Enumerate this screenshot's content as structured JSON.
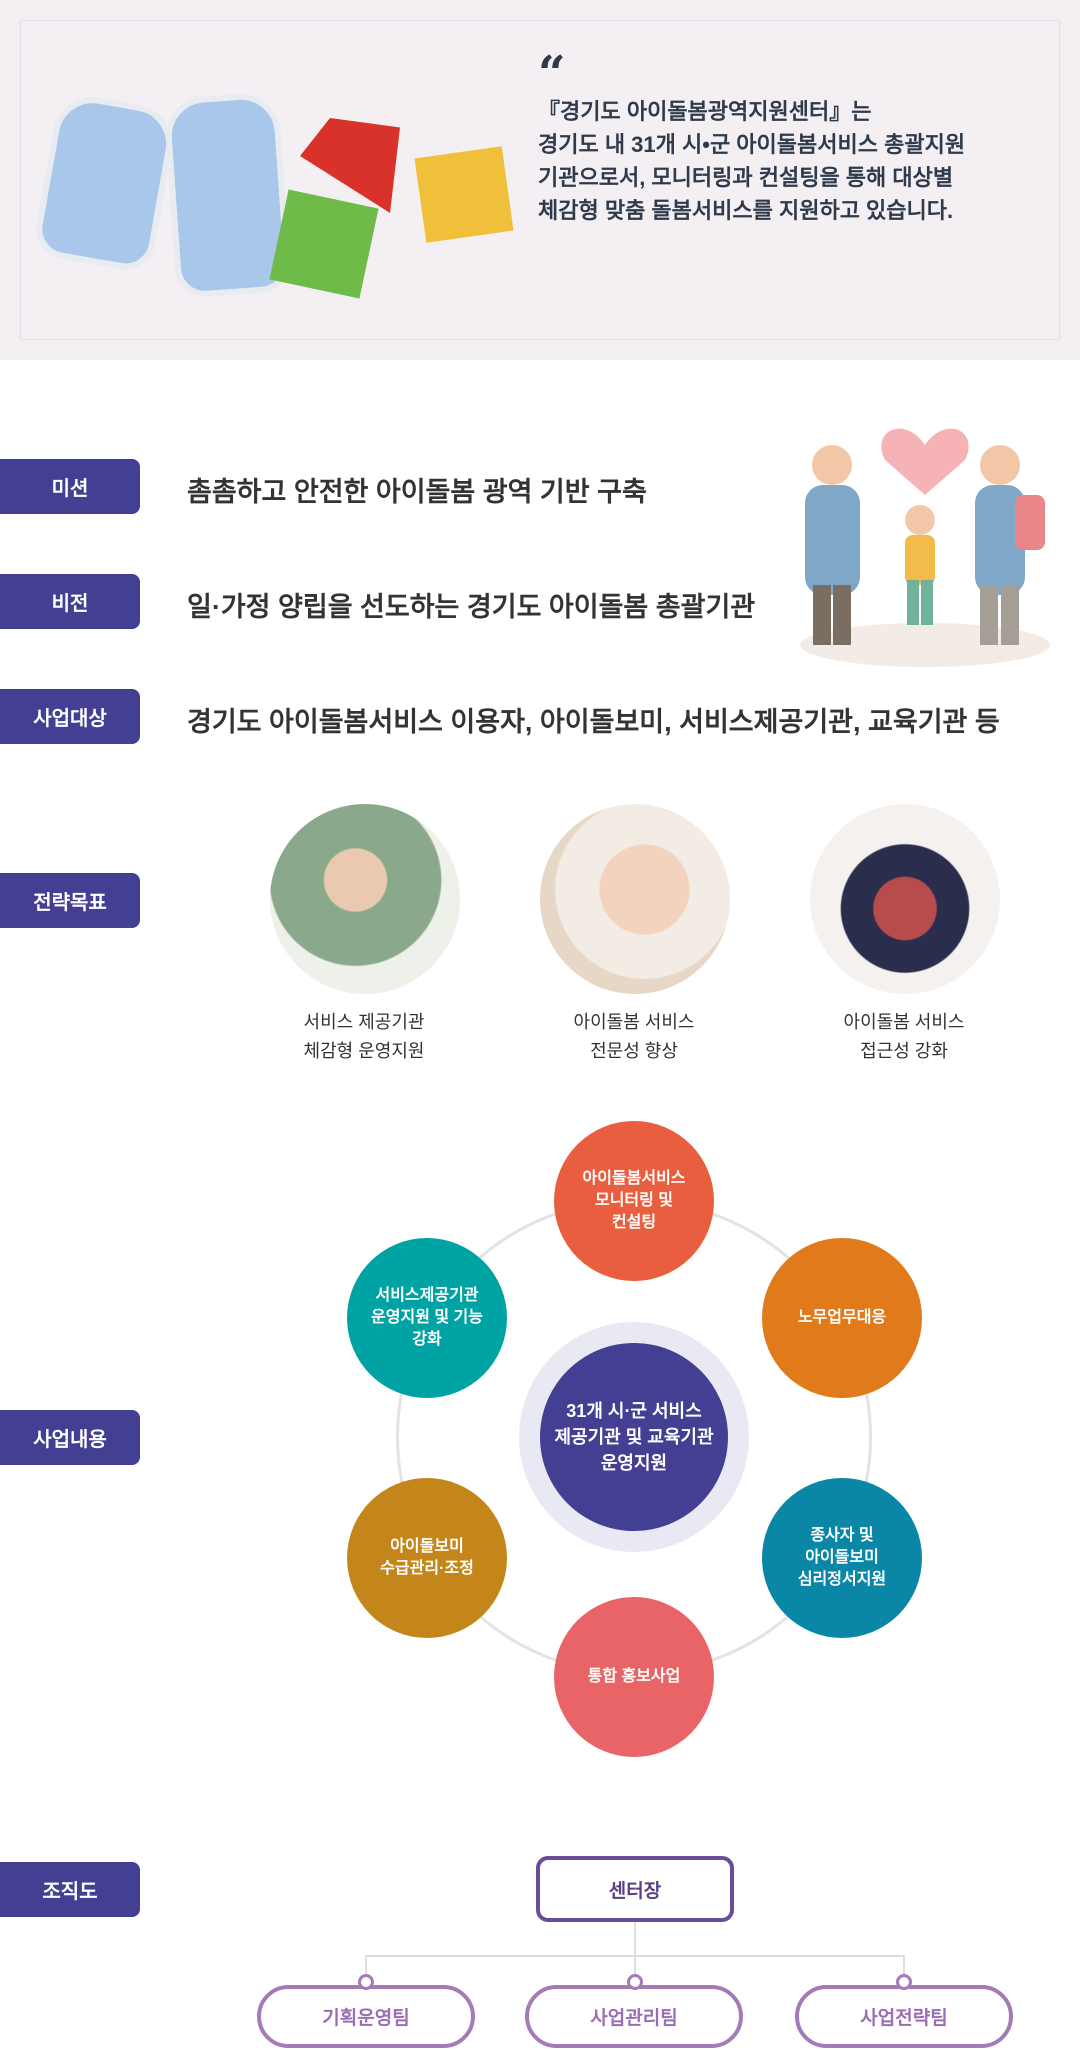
{
  "hero": {
    "quote_icon": "quote-icon",
    "lines": [
      "『경기도 아이돌봄광역지원센터』는",
      "경기도 내 31개 시•군 아이돌봄서비스 총괄지원",
      "기관으로서, 모니터링과 컨설팅을 통해 대상별",
      "체감형 맞춤 돌봄서비스를 지원하고 있습니다."
    ]
  },
  "sections": {
    "mission": {
      "label": "미션",
      "text": "촘촘하고 안전한 아이돌봄 광역 기반 구축"
    },
    "vision": {
      "label": "비전",
      "text": "일·가정 양립을 선도하는 경기도 아이돌봄 총괄기관"
    },
    "target": {
      "label": "사업대상",
      "text": "경기도 아이돌봄서비스 이용자, 아이돌보미, 서비스제공기관, 교육기관 등"
    },
    "strategy": {
      "label": "전략목표"
    },
    "content": {
      "label": "사업내용"
    },
    "org": {
      "label": "조직도"
    }
  },
  "strategy_goals": [
    {
      "line1": "서비스 제공기관",
      "line2": "체감형 운영지원"
    },
    {
      "line1": "아이돌봄 서비스",
      "line2": "전문성 향상"
    },
    {
      "line1": "아이돌봄 서비스",
      "line2": "접근성 강화"
    }
  ],
  "business": {
    "center": [
      "31개 시·군 서비스",
      "제공기관 및 교육기관",
      "운영지원"
    ],
    "nodes": [
      {
        "lines": [
          "아이돌봄서비스",
          "모니터링 및",
          "컨설팅"
        ],
        "color": "#e95e3e"
      },
      {
        "lines": [
          "노무업무대응"
        ],
        "color": "#e07a1a"
      },
      {
        "lines": [
          "종사자 및",
          "아이돌보미",
          "심리정서지원"
        ],
        "color": "#0a87a6"
      },
      {
        "lines": [
          "통합 홍보사업"
        ],
        "color": "#e96466"
      },
      {
        "lines": [
          "아이돌보미",
          "수급관리·조정"
        ],
        "color": "#c4861a"
      },
      {
        "lines": [
          "서비스제공기관",
          "운영지원 및 기능",
          "강화"
        ],
        "color": "#00a3a4"
      }
    ]
  },
  "org_chart": {
    "head": "센터장",
    "teams": [
      "기획운영팀",
      "사업관리팀",
      "사업전략팀"
    ]
  },
  "colors": {
    "label_bg": "#433f92",
    "org_head": "#6a4d97",
    "org_team": "#a27bb7"
  }
}
